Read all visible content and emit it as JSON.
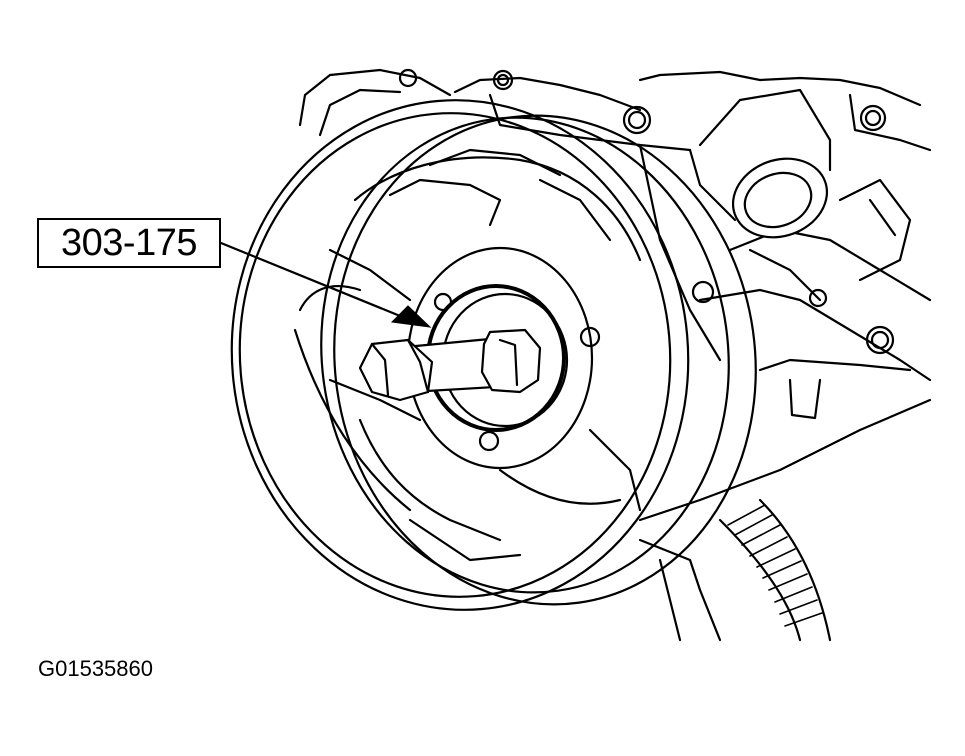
{
  "callout": {
    "label": "303-175"
  },
  "figure": {
    "id": "G01535860"
  },
  "icons": {
    "illustration": "crankshaft-pulley-holding-tool-illustration"
  }
}
